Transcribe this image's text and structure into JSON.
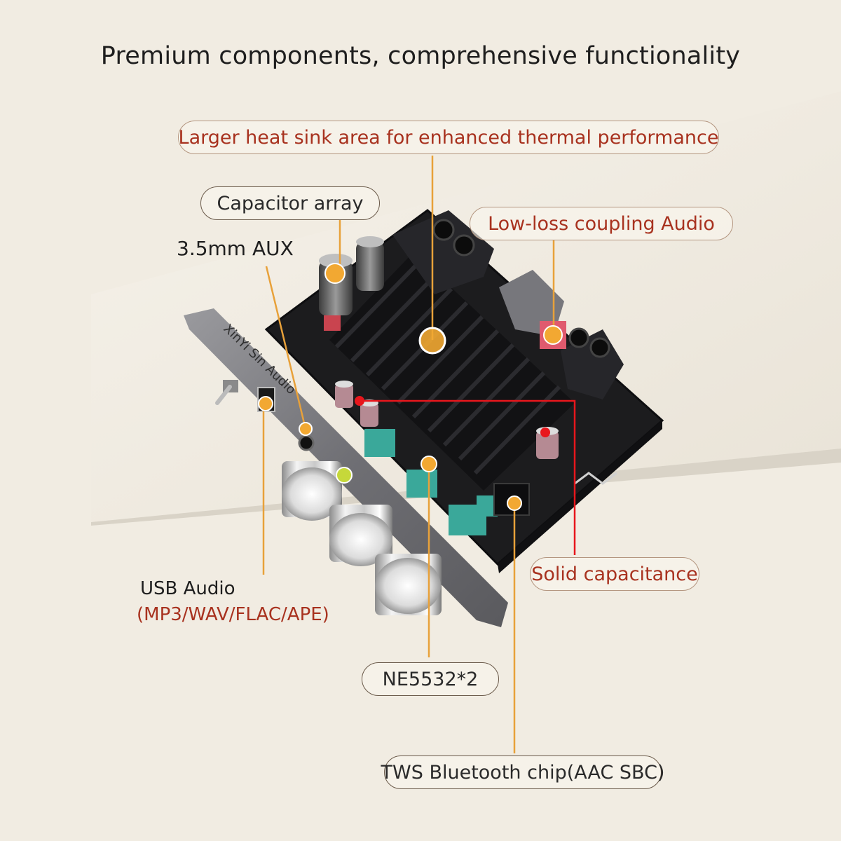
{
  "headline": "Premium components, comprehensive functionality",
  "callouts": {
    "heat_sink": "Larger heat sink area for enhanced thermal performance",
    "capacitor_array": "Capacitor array",
    "low_loss": "Low-loss coupling Audio",
    "aux": "3.5mm AUX",
    "solid_capacitance": "Solid capacitance",
    "usb_audio": "USB Audio",
    "usb_formats": "(MP3/WAV/FLAC/APE)",
    "ne5532": "NE5532*2",
    "tws_chip": "TWS Bluetooth chip(AAC SBC)"
  },
  "board": {
    "panel_text": "XinYi Sin Audio"
  },
  "colors": {
    "background": "#f1ece2",
    "leader_line": "#e8a13a",
    "marker": "#f2a832",
    "red_marker": "#e8161c",
    "pcb": "#1c1c1e",
    "red_text": "#a8321f"
  }
}
